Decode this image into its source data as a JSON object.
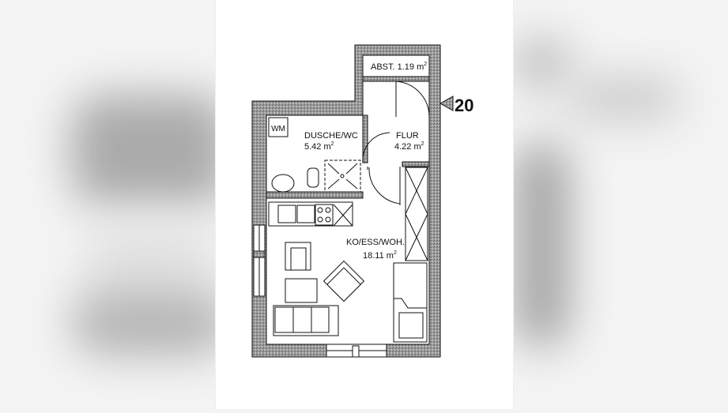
{
  "plan": {
    "unit_number": "20",
    "rooms": [
      {
        "name": "ABST.",
        "area": "1.19",
        "unit": "m²"
      },
      {
        "name": "DUSCHE/WC",
        "area": "5.42",
        "unit": "m²"
      },
      {
        "name": "FLUR",
        "area": "4.22",
        "unit": "m²"
      },
      {
        "name": "KO/ESS/WOH.",
        "area": "18.11",
        "unit": "m²"
      }
    ],
    "labels": {
      "wm": "WM",
      "abst": "ABST. 1.19 m",
      "dusche": "DUSCHE/WC",
      "dusche_area": "5.42 m",
      "flur": "FLUR",
      "flur_area": "4.22 m",
      "woh": "KO/ESS/WOH.",
      "woh_area": "18.11 m",
      "sup": "2"
    }
  },
  "colors": {
    "wall": "#8a8a8a",
    "line": "#111111",
    "background": "#f4f4f4"
  }
}
